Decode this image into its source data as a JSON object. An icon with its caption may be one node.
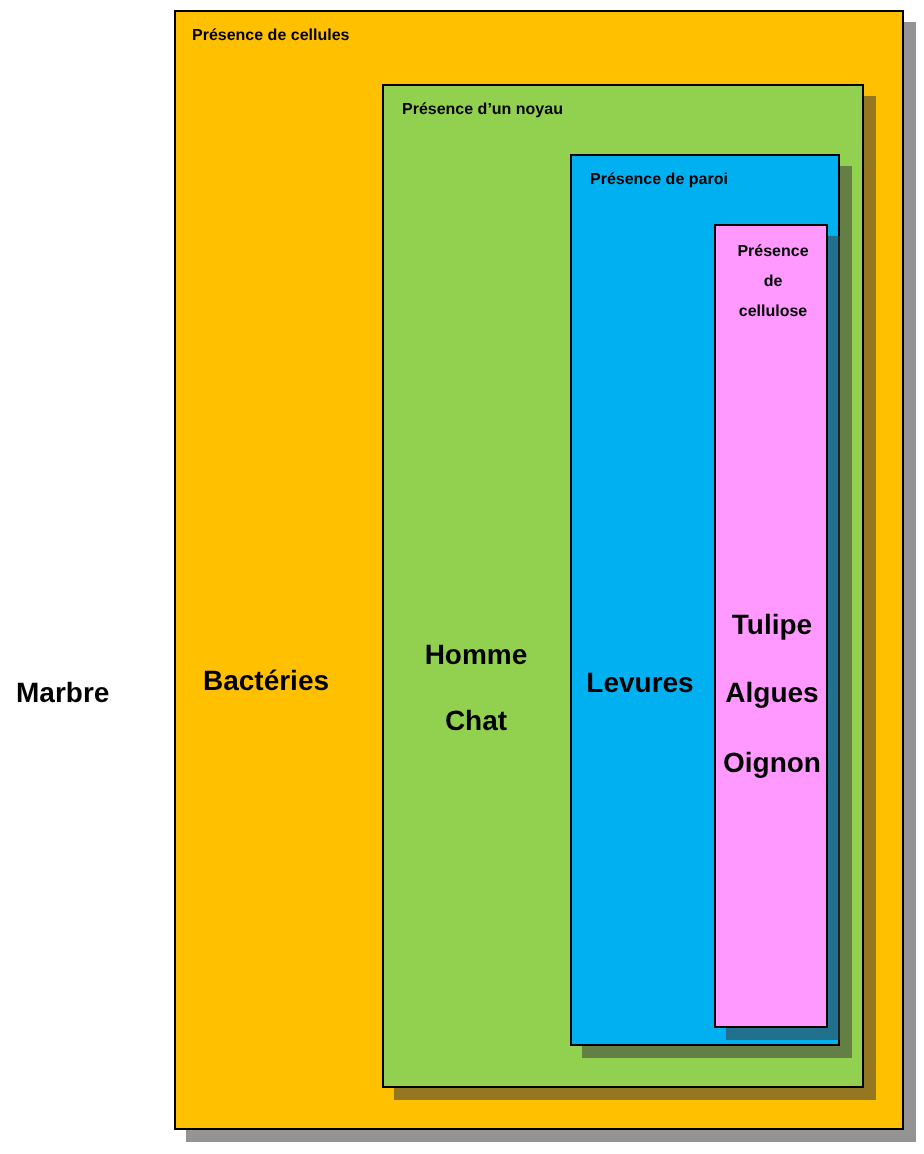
{
  "diagram": {
    "nodes": [
      {
        "text": [
          "Présence de cellules",
          "Bactéries"
        ]
      },
      {
        "text": [
          "Présence d’un noyau",
          "Homme",
          "Chat"
        ],
        "in": 0
      },
      {
        "text": [
          "Présence de paroi",
          "Levures"
        ],
        "in": 1
      },
      {
        "text": [
          "Présence de cellulose",
          "Tulipe",
          "Algues",
          "Oignon"
        ],
        "in": 2
      }
    ],
    "labels": [
      "Marbre"
    ]
  }
}
